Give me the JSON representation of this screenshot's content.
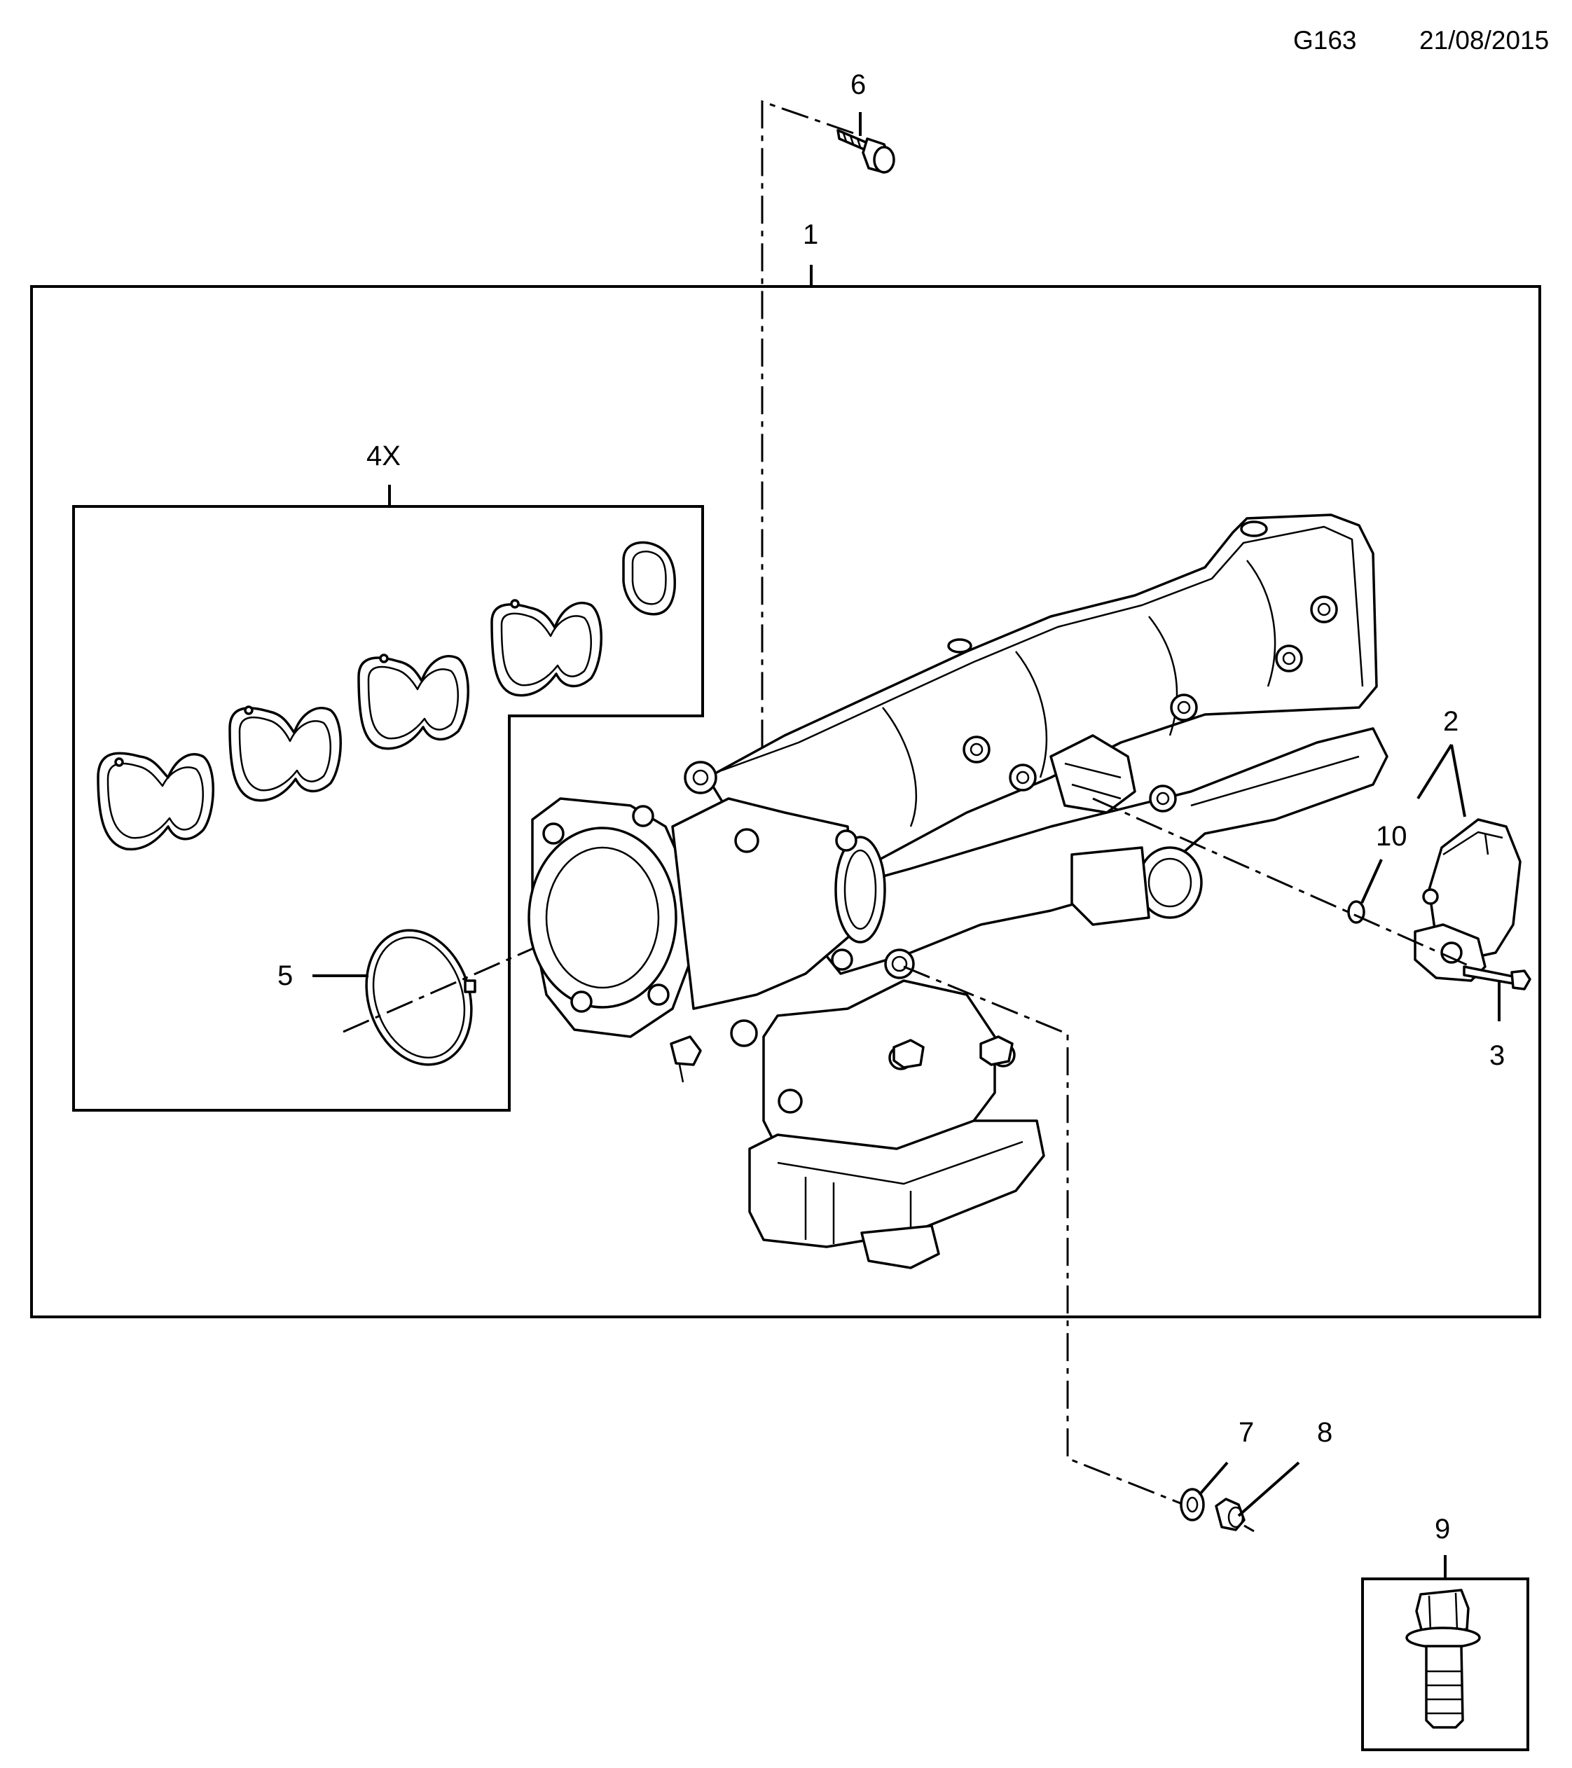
{
  "header": {
    "code": "G163",
    "date": "21/08/2015"
  },
  "callouts": {
    "c1": "1",
    "c2": "2",
    "c3": "3",
    "c4": "4X",
    "c5": "5",
    "c6": "6",
    "c7": "7",
    "c8": "8",
    "c9": "9",
    "c10": "10"
  }
}
